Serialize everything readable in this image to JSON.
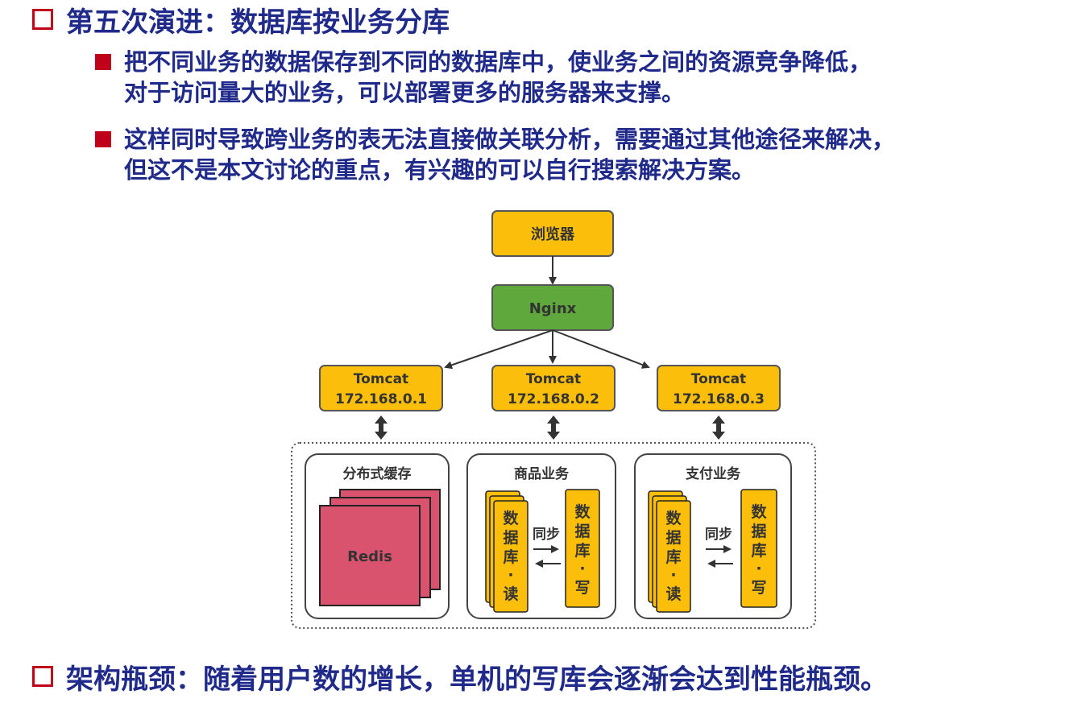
{
  "heading": "第五次演进：数据库按业务分库",
  "bullets": [
    {
      "lines": [
        "把不同业务的数据保存到不同的数据库中，使业务之间的资源竞争降低，",
        "对于访问量大的业务，可以部署更多的服务器来支撑。"
      ]
    },
    {
      "lines": [
        "这样同时导致跨业务的表无法直接做关联分析，需要通过其他途径来解决，",
        "但这不是本文讨论的重点，有兴趣的可以自行搜索解决方案。"
      ]
    }
  ],
  "diagram": {
    "browser": "浏览器",
    "nginx": "Nginx",
    "tomcats": [
      {
        "name": "Tomcat",
        "ip": "172.168.0.1"
      },
      {
        "name": "Tomcat",
        "ip": "172.168.0.2"
      },
      {
        "name": "Tomcat",
        "ip": "172.168.0.3"
      }
    ],
    "groups": [
      {
        "title": "分布式缓存",
        "content": "Redis"
      },
      {
        "title": "商品业务",
        "read_db": [
          "数",
          "据",
          "库",
          "·",
          "读"
        ],
        "write_db": [
          "数",
          "据",
          "库",
          "·",
          "写"
        ],
        "sync": "同步"
      },
      {
        "title": "支付业务",
        "read_db": [
          "数",
          "据",
          "库",
          "·",
          "读"
        ],
        "write_db": [
          "数",
          "据",
          "库",
          "·",
          "写"
        ],
        "sync": "同步"
      }
    ],
    "colors": {
      "yellow": "#fbbf0b",
      "green": "#5fa83c",
      "redis": "#d9536f",
      "text_blue": "#1f2a8a",
      "accent_red": "#c0001a"
    }
  },
  "footer": "架构瓶颈：随着用户数的增长，单机的写库会逐渐会达到性能瓶颈。"
}
